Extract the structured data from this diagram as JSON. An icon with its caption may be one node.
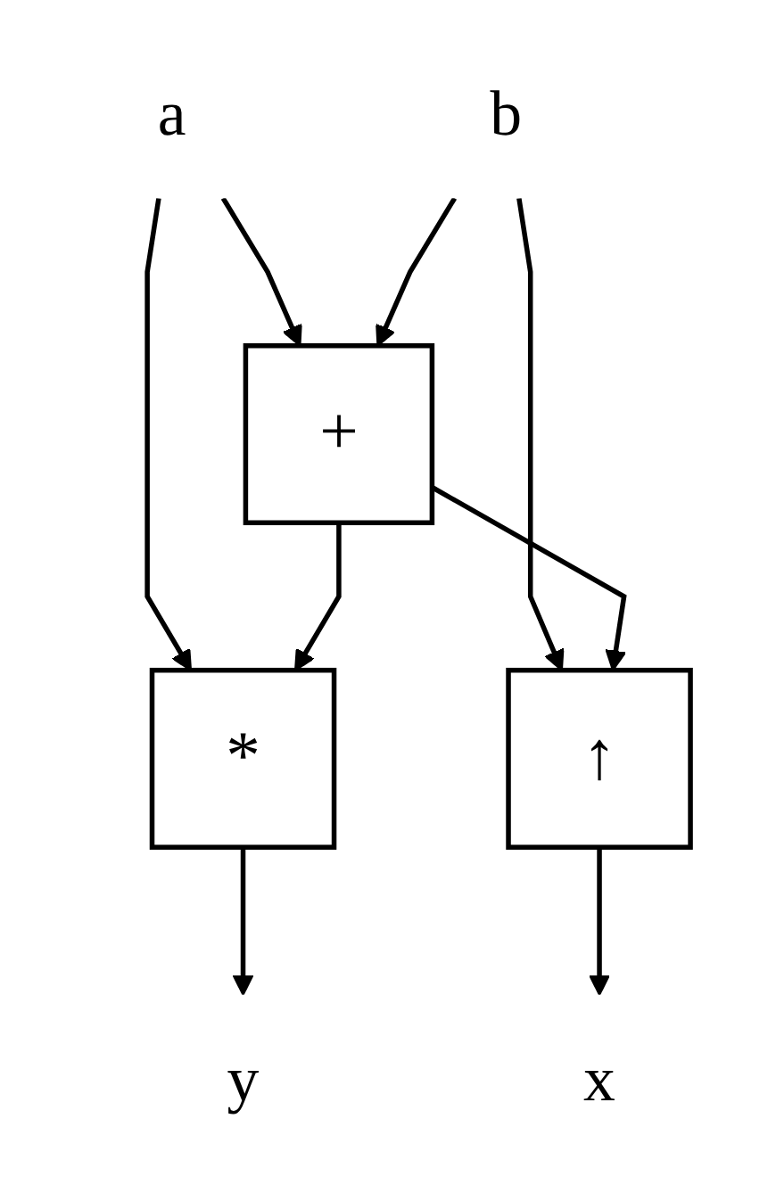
{
  "diagram": {
    "nodes": [
      {
        "text": [
          "a"
        ]
      },
      {
        "text": [
          "b"
        ]
      },
      {
        "text": [
          "+"
        ]
      },
      {
        "text": [
          "*"
        ]
      },
      {
        "text": [
          "↑"
        ]
      },
      {
        "text": [
          "y"
        ]
      },
      {
        "text": [
          "x"
        ]
      }
    ],
    "edges": [
      {
        "from": 0,
        "to": 2,
        "arrow": "to"
      },
      {
        "from": 0,
        "to": 3,
        "arrow": "to"
      },
      {
        "from": 1,
        "to": 2,
        "arrow": "to"
      },
      {
        "from": 1,
        "to": 4,
        "arrow": "to"
      },
      {
        "from": 2,
        "to": 3,
        "arrow": "to"
      },
      {
        "from": 2,
        "to": 4,
        "arrow": "to"
      },
      {
        "from": 3,
        "to": 5,
        "arrow": "to"
      },
      {
        "from": 4,
        "to": 6,
        "arrow": "to"
      }
    ]
  }
}
